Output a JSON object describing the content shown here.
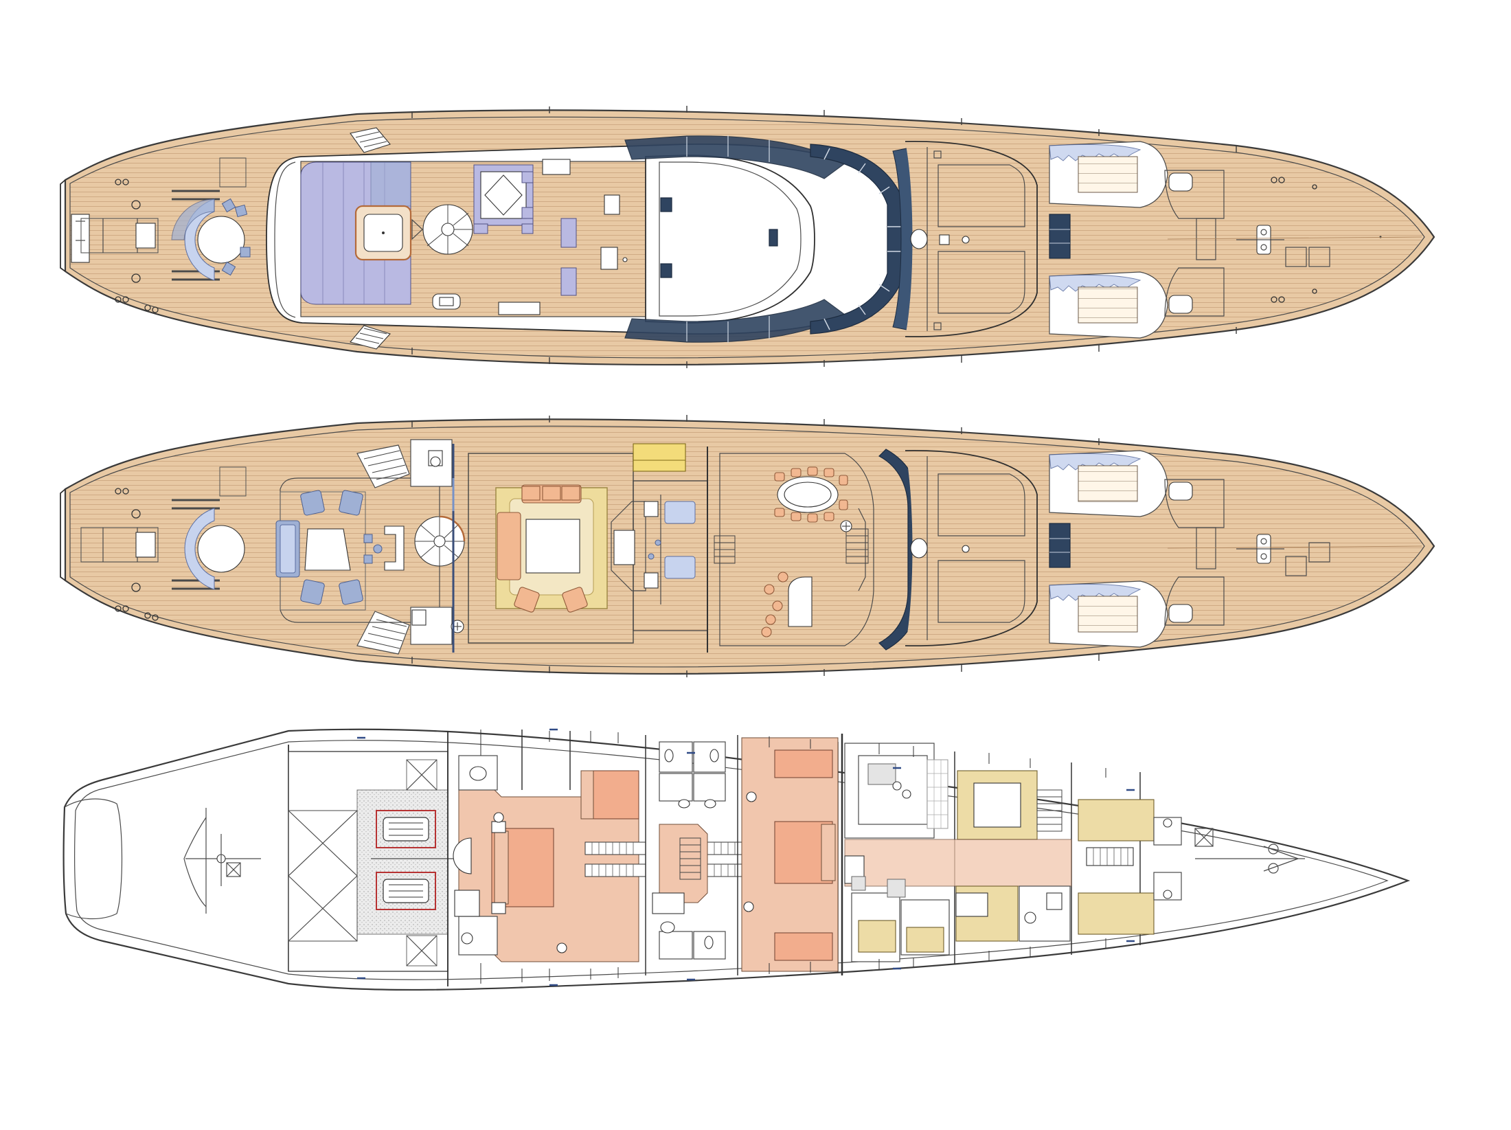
{
  "diagram": {
    "type": "yacht-general-arrangement",
    "views": [
      {
        "id": "sun-deck",
        "kind": "deck-plan"
      },
      {
        "id": "main-deck",
        "kind": "deck-plan"
      },
      {
        "id": "lower-deck",
        "kind": "deck-plan"
      }
    ],
    "colors": {
      "teak": "#e8c9a4",
      "navy_glazing": "#2f4460",
      "upholstery_blue": "#9fb0d4",
      "sofa_salmon": "#f2ad8d",
      "cabin_cream": "#eddca6",
      "outline": "#3a3a3a"
    },
    "icons": [
      "tender-icon",
      "spiral-stair-icon",
      "anchor-windlass-icon",
      "compass-icon"
    ]
  }
}
